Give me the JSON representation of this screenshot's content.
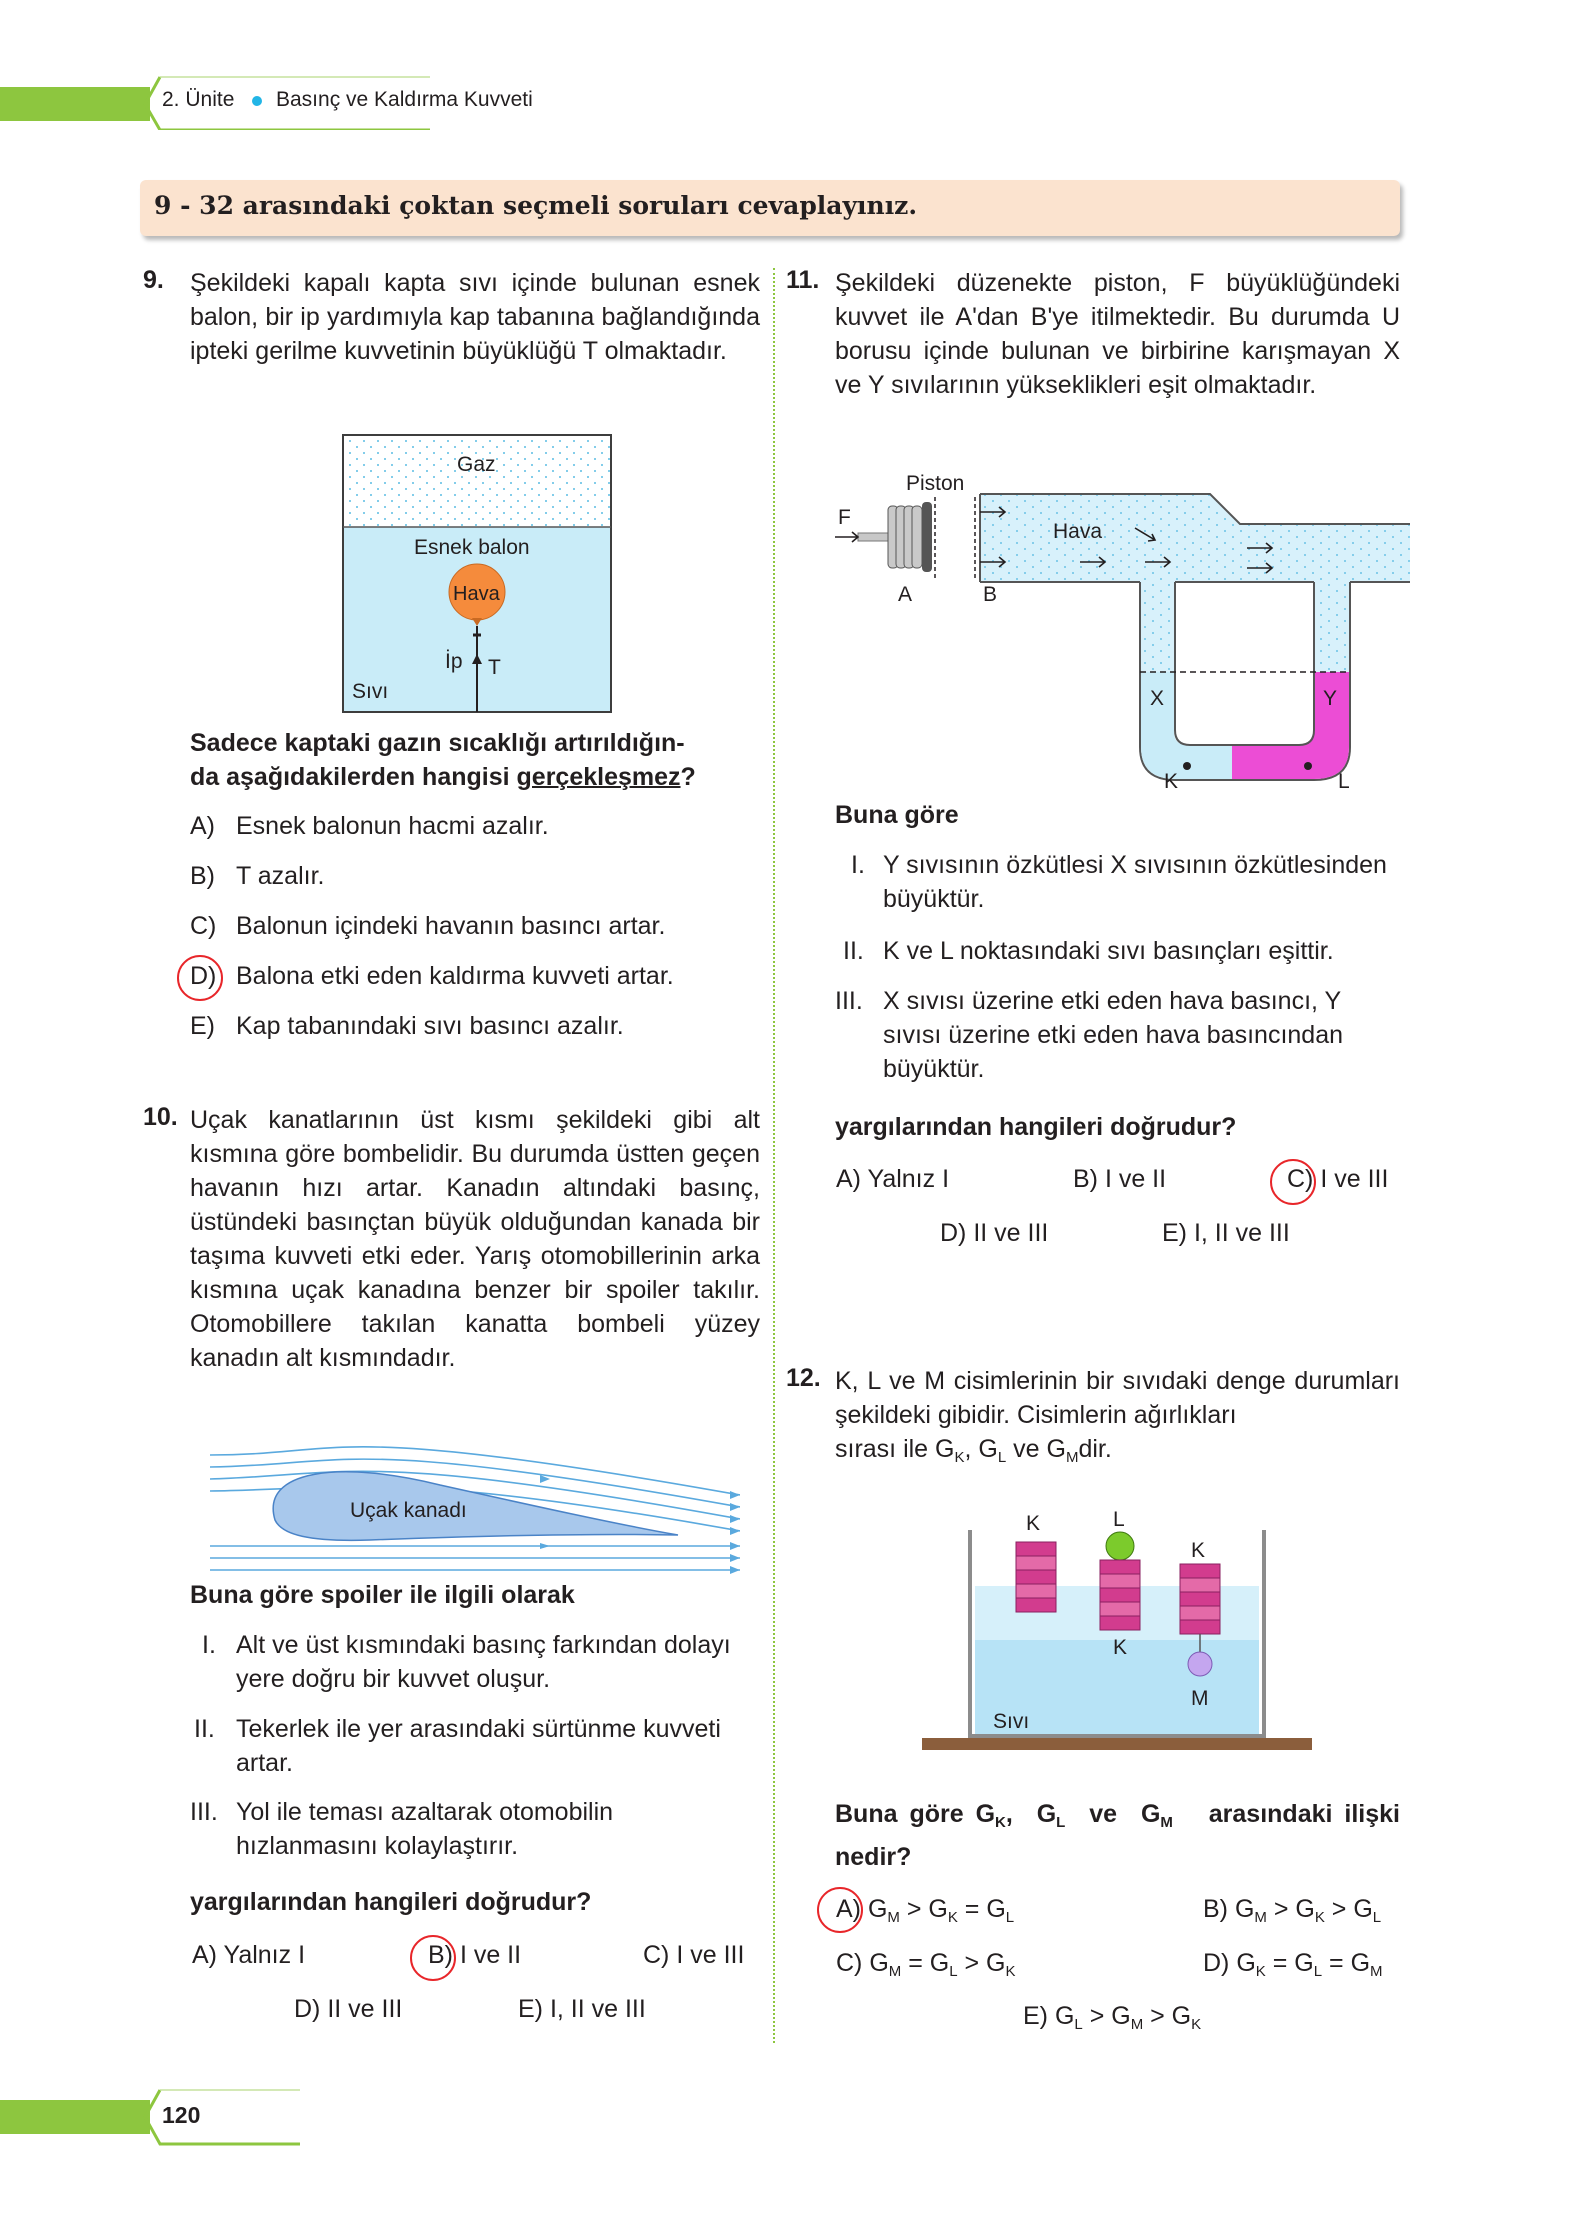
{
  "header": {
    "unit": "2. Ünite",
    "topic": "Basınç ve Kaldırma Kuvveti"
  },
  "banner": "9 - 32 arasındaki çoktan seçmeli soruları cevaplayınız.",
  "q9": {
    "num": "9.",
    "text": "Şekildeki kapalı kapta sıvı içinde bulunan esnek balon, bir ip yardımıyla kap tabanına bağlandığında ipteki gerilme kuvvetinin büyüklüğü T olmaktadır.",
    "fig": {
      "gaz": "Gaz",
      "balon": "Esnek balon",
      "hava": "Hava",
      "ip": "İp",
      "t": "T",
      "sivi": "Sıvı"
    },
    "prompt1": "Sadece kaptaki gazın sıcaklığı artırıldığın-",
    "prompt2a": "da aşağıdakilerden hangisi ",
    "prompt2b": "gerçekleşmez",
    "prompt2c": "?",
    "options": [
      {
        "letter": "A)",
        "text": "Esnek balonun hacmi azalır."
      },
      {
        "letter": "B)",
        "text": "T azalır."
      },
      {
        "letter": "C)",
        "text": "Balonun içindeki havanın basıncı artar."
      },
      {
        "letter": "D)",
        "text": "Balona etki eden kaldırma kuvveti artar."
      },
      {
        "letter": "E)",
        "text": "Kap tabanındaki sıvı basıncı azalır."
      }
    ],
    "marked": "D"
  },
  "q10": {
    "num": "10.",
    "text": "Uçak kanatlarının üst kısmı şekildeki gibi alt kısmına göre bombelidir. Bu durumda üstten geçen havanın hızı artar. Kanadın altındaki basınç, üstündeki basınçtan büyük olduğundan kanada bir taşıma kuvveti etki eder. Yarış otomobillerinin arka kısmına uçak kanadına benzer bir spoiler takılır. Otomobillere takılan kanatta bombeli yüzey kanadın alt kısmındadır.",
    "fig_label": "Uçak kanadı",
    "prompt": "Buna göre spoiler ile ilgili olarak",
    "statements": [
      {
        "num": "I.",
        "text": "Alt ve üst kısmındaki basınç farkından dolayı yere doğru bir kuvvet oluşur."
      },
      {
        "num": "II.",
        "text": "Tekerlek ile yer arasındaki sürtünme kuvveti artar."
      },
      {
        "num": "III.",
        "text": "Yol ile teması azaltarak otomobilin hızlanmasını kolaylaştırır."
      }
    ],
    "question": "yargılarından hangileri doğrudur?",
    "options": [
      "A) Yalnız I",
      "B) I ve II",
      "C) I ve III",
      "D) II ve III",
      "E) I, II ve III"
    ],
    "marked": "B"
  },
  "q11": {
    "num": "11.",
    "text": "Şekildeki düzenekte piston, F büyüklüğündeki kuvvet ile A'dan B'ye itilmektedir. Bu durumda U borusu içinde bulunan ve birbirine karışmayan X ve Y sıvılarının yükseklikleri eşit olmaktadır.",
    "fig": {
      "piston": "Piston",
      "f": "F",
      "hava": "Hava",
      "a": "A",
      "b": "B",
      "x": "X",
      "y": "Y",
      "k": "K",
      "l": "L"
    },
    "prompt": "Buna göre",
    "statements": [
      {
        "num": "I.",
        "text": "Y sıvısının özkütlesi X sıvısının özkütlesinden büyüktür."
      },
      {
        "num": "II.",
        "text": "K ve L noktasındaki sıvı basınçları eşittir."
      },
      {
        "num": "III.",
        "text": "X sıvısı üzerine etki eden hava basıncı, Y sıvısı üzerine etki eden hava basıncından büyüktür."
      }
    ],
    "question": "yargılarından hangileri doğrudur?",
    "options": [
      "A) Yalnız I",
      "B) I ve II",
      "C) I ve III",
      "D) II ve III",
      "E) I, II ve III"
    ],
    "marked": "C"
  },
  "q12": {
    "num": "12.",
    "text1": "K, L ve M cisimlerinin bir sıvıdaki denge durumları şekildeki gibidir. Cisimlerin ağırlıkları",
    "text2": "sırası ile G",
    "fig": {
      "k1": "K",
      "l": "L",
      "k2": "K",
      "k3": "K",
      "m": "M",
      "sivi": "Sıvı"
    },
    "prompt": "Buna göre G",
    "prompt_end": "arasındaki ilişki nedir?",
    "marked": "A"
  },
  "page_number": "120",
  "colors": {
    "green": "#8dc63f",
    "banner": "#fbe3cf",
    "liquid": "#c9ecf8",
    "balloon": "#f58b3c",
    "pink": "#ec4dd5",
    "red": "#e8262a"
  }
}
